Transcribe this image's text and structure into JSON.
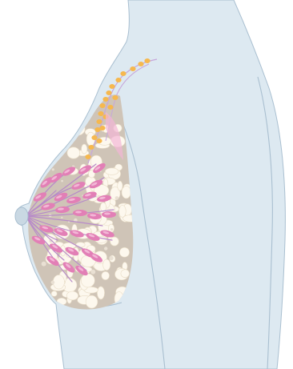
{
  "diagram": {
    "subject": "breast-anatomy-side-view",
    "colors": {
      "background": "#ffffff",
      "skin": "#dde9f1",
      "outline": "#a9bfd0",
      "fatty_tissue": "#fdf8ee",
      "fat_edge": "#e8dcc6",
      "stroma": "#cfc4b7",
      "lobules": "#e27fb6",
      "lobule_highlight": "#f2b6d6",
      "ducts": "#b78ac9",
      "lymph_nodes": "#f6b84e",
      "lymph_vessel": "#c7a6db",
      "nipple": "#c9d8e3"
    },
    "parts": [
      {
        "key": "body"
      },
      {
        "key": "breast"
      },
      {
        "key": "fatty-tissue"
      },
      {
        "key": "lobules"
      },
      {
        "key": "milk-ducts"
      },
      {
        "key": "lymph-nodes"
      },
      {
        "key": "nipple"
      }
    ]
  }
}
